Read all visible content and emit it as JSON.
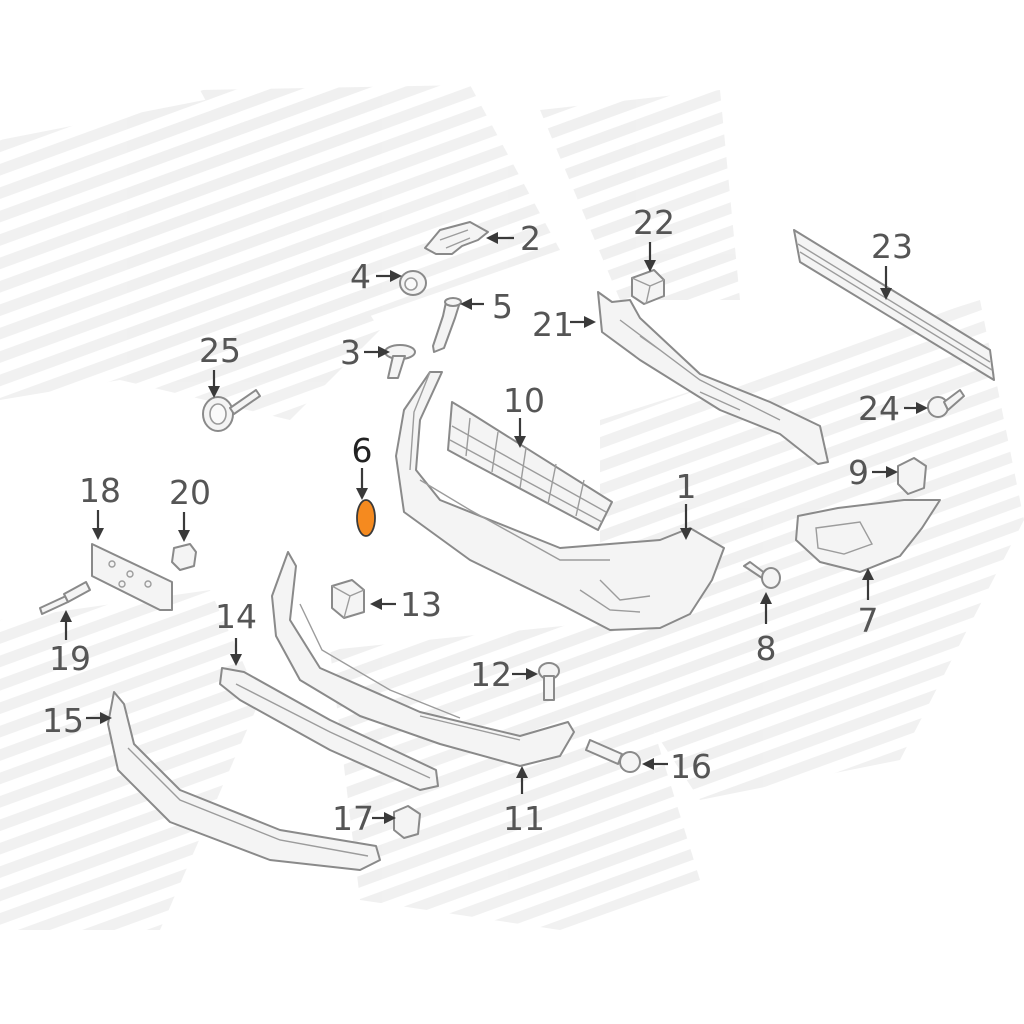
{
  "diagram": {
    "highlight_color": "#f58a1f",
    "callouts": [
      {
        "id": "c1",
        "label": "1"
      },
      {
        "id": "c2",
        "label": "2"
      },
      {
        "id": "c3",
        "label": "3"
      },
      {
        "id": "c4",
        "label": "4"
      },
      {
        "id": "c5",
        "label": "5"
      },
      {
        "id": "c6",
        "label": "6",
        "highlighted": true
      },
      {
        "id": "c7",
        "label": "7"
      },
      {
        "id": "c8",
        "label": "8"
      },
      {
        "id": "c9",
        "label": "9"
      },
      {
        "id": "c10",
        "label": "10"
      },
      {
        "id": "c11",
        "label": "11"
      },
      {
        "id": "c12",
        "label": "12"
      },
      {
        "id": "c13",
        "label": "13"
      },
      {
        "id": "c14",
        "label": "14"
      },
      {
        "id": "c15",
        "label": "15"
      },
      {
        "id": "c16",
        "label": "16"
      },
      {
        "id": "c17",
        "label": "17"
      },
      {
        "id": "c18",
        "label": "18"
      },
      {
        "id": "c19",
        "label": "19"
      },
      {
        "id": "c20",
        "label": "20"
      },
      {
        "id": "c21",
        "label": "21"
      },
      {
        "id": "c22",
        "label": "22"
      },
      {
        "id": "c23",
        "label": "23"
      },
      {
        "id": "c24",
        "label": "24"
      },
      {
        "id": "c25",
        "label": "25"
      }
    ]
  }
}
